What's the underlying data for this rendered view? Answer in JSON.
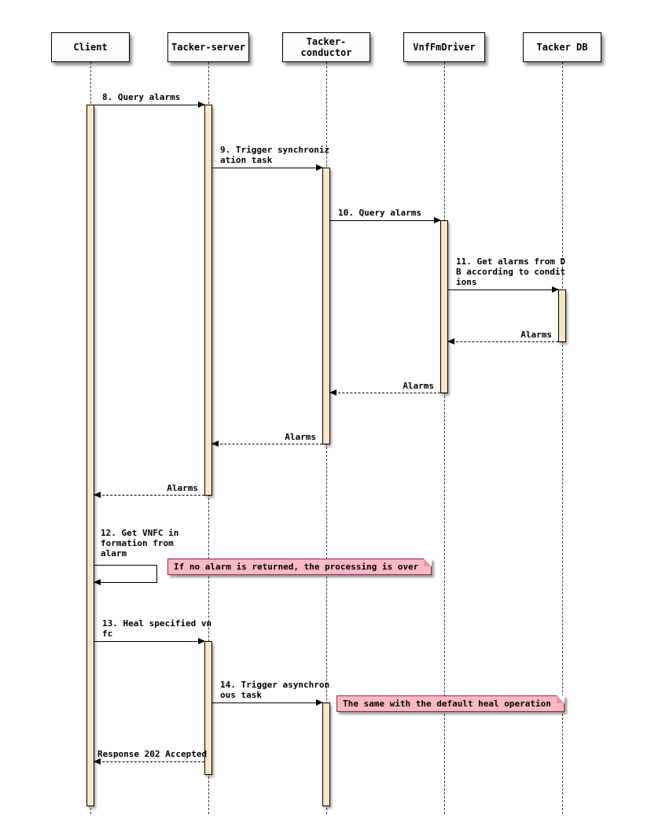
{
  "diagram": {
    "type": "sequence",
    "participants": [
      {
        "name": "Client"
      },
      {
        "name": "Tacker-server"
      },
      {
        "name": "Tacker-conductor"
      },
      {
        "name": "VnfFmDriver"
      },
      {
        "name": "Tacker DB"
      }
    ],
    "messages": {
      "m8": "8. Query alarms",
      "m9": "9. Trigger synchroniz\nation task",
      "m10": "10. Query alarms",
      "m11": "11. Get alarms from D\nB according to condit\nions",
      "alarms_db_to_driver": "Alarms",
      "alarms_driver_to_conductor": "Alarms",
      "alarms_conductor_to_server": "Alarms",
      "alarms_server_to_client": "Alarms",
      "m12": "12. Get VNFC in\nformation from\nalarm",
      "m13": "13. Heal specified vn\nfc",
      "m14": "14. Trigger asynchron\nous task",
      "response": "Response 202 Accepted"
    },
    "notes": {
      "no_alarm": "If no alarm is returned, the processing is over",
      "heal_default": "The same with the default heal operation"
    },
    "colors": {
      "activation_fill": "#F8E7C4",
      "note_fill": "#FAB8C4",
      "note_border": "#8B2742",
      "line": "#000000"
    }
  }
}
